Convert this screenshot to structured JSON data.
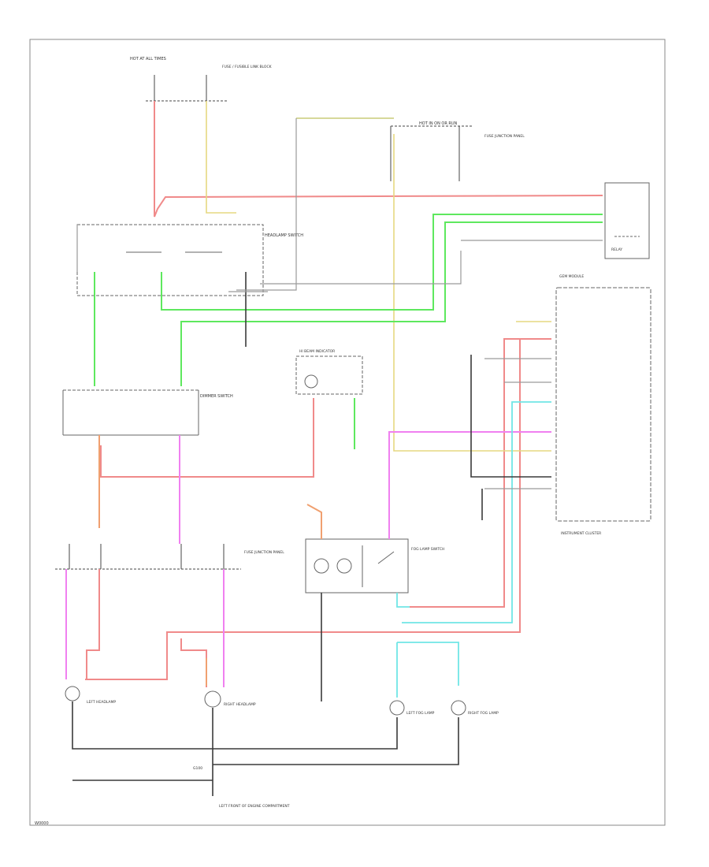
{
  "colors": {
    "red": "#f08a8a",
    "yellow": "#e6d880",
    "olive": "#c8cc78",
    "green": "#5ee85e",
    "pink": "#f080f0",
    "orange": "#f0a070",
    "cyan": "#70e6e6",
    "dark": "#3a3a3a",
    "gray": "#9a9a9a",
    "frame": "#888888"
  },
  "labels": {
    "hot_fuse_top": "HOT AT ALL TIMES",
    "fuse_top_desc": "FUSE / FUSIBLE LINK BLOCK",
    "hot_in_run": "HOT IN ON OR RUN",
    "fuse_right_desc": "FUSE JUNCTION PANEL",
    "switch_desc": "HEADLAMP SWITCH",
    "dimmer_desc": "DIMMER SWITCH",
    "relay_desc": "RELAY",
    "module_desc": "GEM MODULE",
    "flash_desc": "HI BEAM INDICATOR",
    "panel_desc": "INSTRUMENT CLUSTER",
    "hot_fuse_bottom": "FUSE JUNCTION PANEL",
    "left_headlamp": "LEFT HEADLAMP",
    "right_headlamp": "RIGHT HEADLAMP",
    "left_fog": "LEFT FOG LAMP",
    "right_fog": "RIGHT FOG LAMP",
    "fog_switch": "FOG LAMP SWITCH",
    "ground_bottom": "G100",
    "ground_desc": "LEFT FRONT OF ENGINE COMPARTMENT",
    "corner_tag": "W0000"
  }
}
